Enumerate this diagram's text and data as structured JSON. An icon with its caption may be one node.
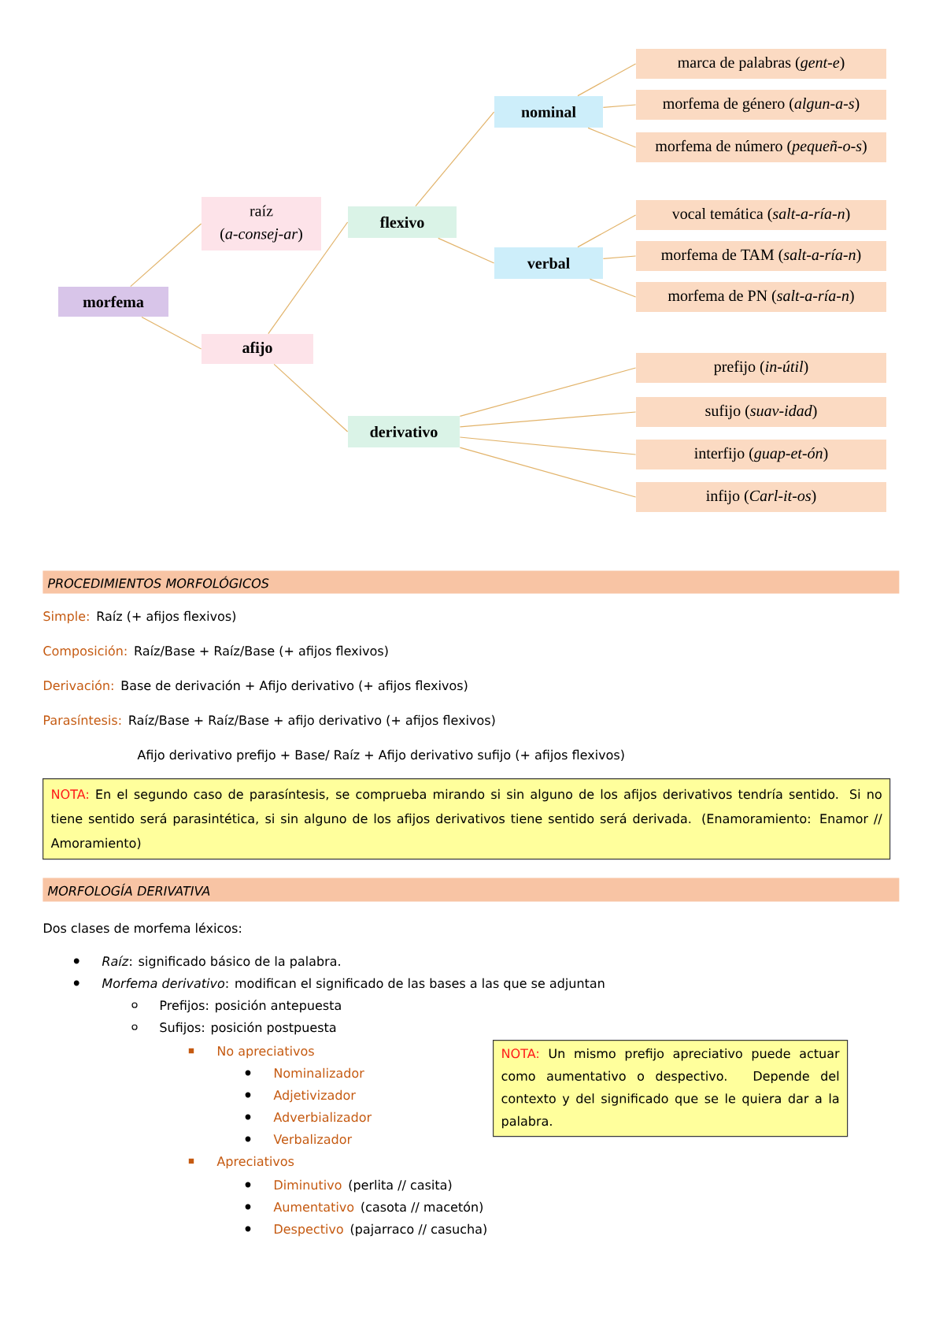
{
  "diagram": {
    "nodes": [
      {
        "text": [
          "morfema"
        ]
      },
      {
        "text": [
          "raíz",
          "(*a-consej-ar*)"
        ]
      },
      {
        "text": [
          "afijo"
        ]
      },
      {
        "text": [
          "flexivo"
        ]
      },
      {
        "text": [
          "derivativo"
        ]
      },
      {
        "text": [
          "nominal"
        ]
      },
      {
        "text": [
          "verbal"
        ]
      },
      {
        "text": [
          "marca de palabras (*gent-e*)"
        ]
      },
      {
        "text": [
          "morfema de género (*algun-a-s*)"
        ]
      },
      {
        "text": [
          "morfema de número (*pequeñ-o-s*)"
        ]
      },
      {
        "text": [
          "vocal temática (*salt-a-ría-n*)"
        ]
      },
      {
        "text": [
          "morfema de TAM (*salt-a-ría-n*)"
        ]
      },
      {
        "text": [
          "morfema de PN (*salt-a-ría-n*)"
        ]
      },
      {
        "text": [
          "prefijo (*in-útil*)"
        ]
      },
      {
        "text": [
          "sufijo (*suav-idad*)"
        ]
      },
      {
        "text": [
          "interfijo (*guap-et-ón*)"
        ]
      },
      {
        "text": [
          "infijo (*Carl-it-os*)"
        ]
      },
      {
        "text": [
          "PROCEDIMIENTOS MORFOLÓGICOS"
        ]
      },
      {
        "text": [
          "NOTA:",
          "En el segundo caso de parasíntesis, se comprueba mirando si sin alguno de los afijos derivativos tendría sentido. Si no tiene sentido será parasintética, si sin alguno de los afijos derivativos tiene sentido será derivada. (Enamoramiento: Enamor // Amoramiento)"
        ]
      },
      {
        "text": [
          "MORFOLOGÍA DERIVATIVA"
        ]
      },
      {
        "text": [
          "NOTA:",
          "Un mismo prefijo apreciativo puede actuar como aumentativo o despectivo. Depende del contexto y del significado que se le quiera dar a la palabra."
        ]
      }
    ],
    "edges": [
      {
        "from": 0,
        "to": 1,
        "arrow": "none"
      },
      {
        "from": 0,
        "to": 2,
        "arrow": "none"
      },
      {
        "from": 2,
        "to": 3,
        "arrow": "none"
      },
      {
        "from": 2,
        "to": 4,
        "arrow": "none"
      },
      {
        "from": 3,
        "to": 5,
        "arrow": "none"
      },
      {
        "from": 3,
        "to": 6,
        "arrow": "none"
      },
      {
        "from": 5,
        "to": 7,
        "arrow": "none"
      },
      {
        "from": 5,
        "to": 8,
        "arrow": "none"
      },
      {
        "from": 5,
        "to": 9,
        "arrow": "none"
      },
      {
        "from": 6,
        "to": 10,
        "arrow": "none"
      },
      {
        "from": 6,
        "to": 11,
        "arrow": "none"
      },
      {
        "from": 6,
        "to": 12,
        "arrow": "none"
      },
      {
        "from": 4,
        "to": 13,
        "arrow": "none"
      },
      {
        "from": 4,
        "to": 14,
        "arrow": "none"
      },
      {
        "from": 4,
        "to": 15,
        "arrow": "none"
      },
      {
        "from": 4,
        "to": 16,
        "arrow": "none"
      }
    ],
    "labels": [
      "Simple:",
      "Raíz (+ afijos flexivos)",
      "Composición:",
      "Raíz/Base + Raíz/Base (+ afijos flexivos)",
      "Derivación:",
      "Base de derivación + Afijo derivativo (+ afijos flexivos)",
      "Parasíntesis:",
      "Raíz/Base + Raíz/Base + afijo derivativo (+ afijos flexivos)",
      "Afijo derivativo prefijo + Base/ Raíz + Afijo derivativo sufijo (+ afijos flexivos)",
      "Dos clases de morfema léxicos:",
      "*Raíz*: significado básico de la palabra.",
      "*Morfema derivativo*: modifican el significado de las bases a las que se adjuntan",
      "Prefijos: posición antepuesta",
      "Sufijos: posición postpuesta",
      "No apreciativos",
      "Nominalizador",
      "Adjetivizador",
      "Adverbializador",
      "Verbalizador",
      "Apreciativos",
      "Diminutivo",
      "(perlita // casita)",
      "Aumentativo",
      "(casota // macetón)",
      "Despectivo",
      "(pajarraco // casucha)"
    ]
  }
}
